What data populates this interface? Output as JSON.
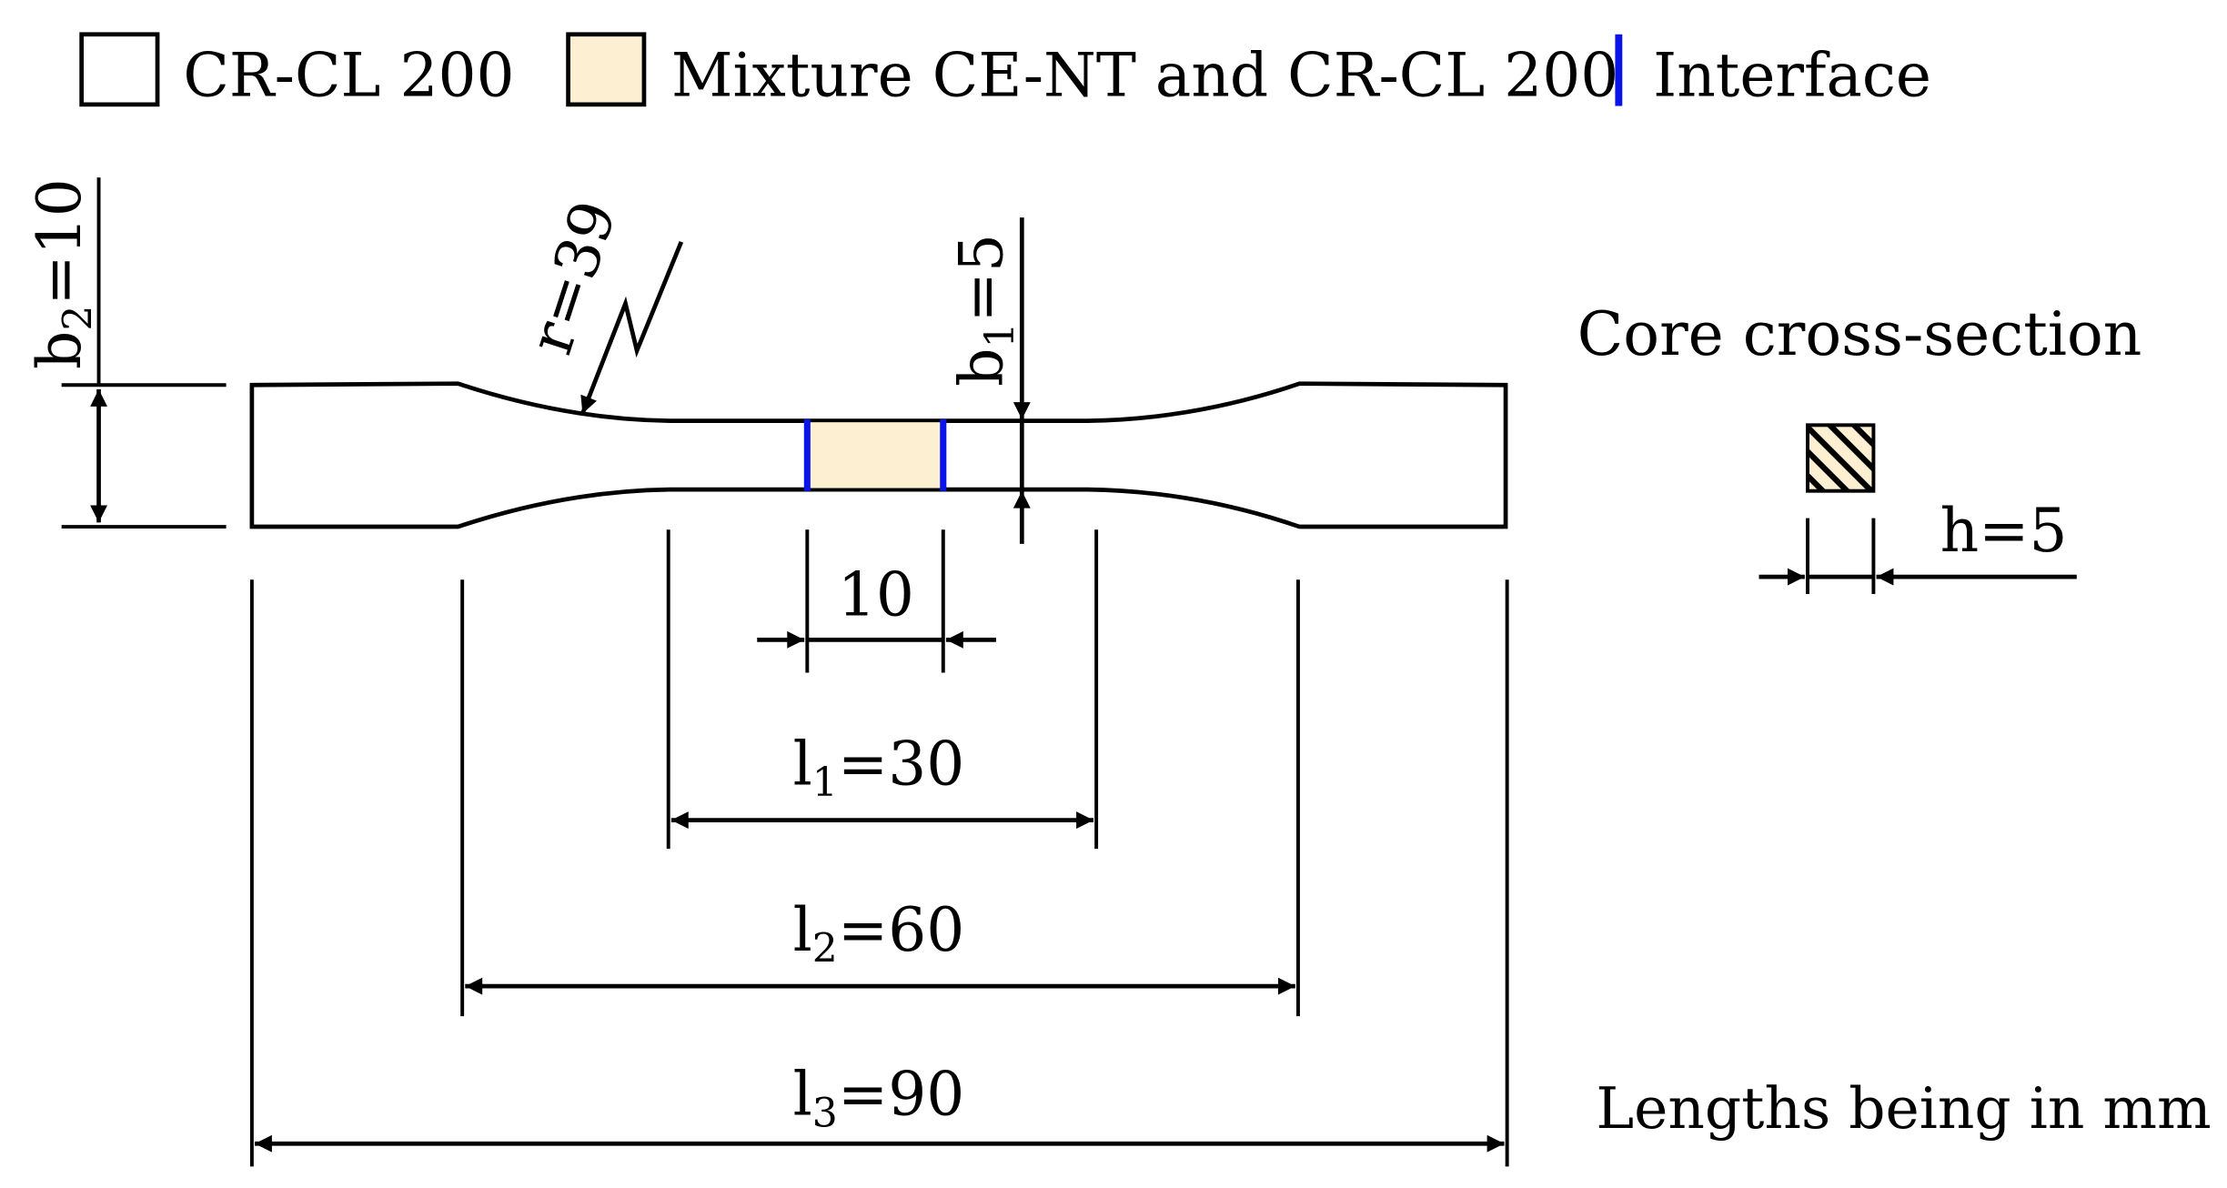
{
  "legend": {
    "items": [
      {
        "label": "CR-CL 200"
      },
      {
        "label": "Mixture CE-NT and CR-CL 200"
      },
      {
        "label": "Interface"
      }
    ]
  },
  "colors": {
    "mixture_fill": "#fdf0d2",
    "interface": "#0b14e8",
    "line": "#000000"
  },
  "dimensions": {
    "b2": {
      "base": "b",
      "sub": "2",
      "value": "=10"
    },
    "b1": {
      "base": "b",
      "sub": "1",
      "value": "=5"
    },
    "radius": "r=39",
    "core_length": "10",
    "l1": {
      "base": "l",
      "sub": "1",
      "value": "=30"
    },
    "l2": {
      "base": "l",
      "sub": "2",
      "value": "=60"
    },
    "l3": {
      "base": "l",
      "sub": "3",
      "value": "=90"
    },
    "h": "h=5"
  },
  "cross_section": {
    "title": "Core cross-section"
  },
  "units_note": "Lengths being in mm"
}
